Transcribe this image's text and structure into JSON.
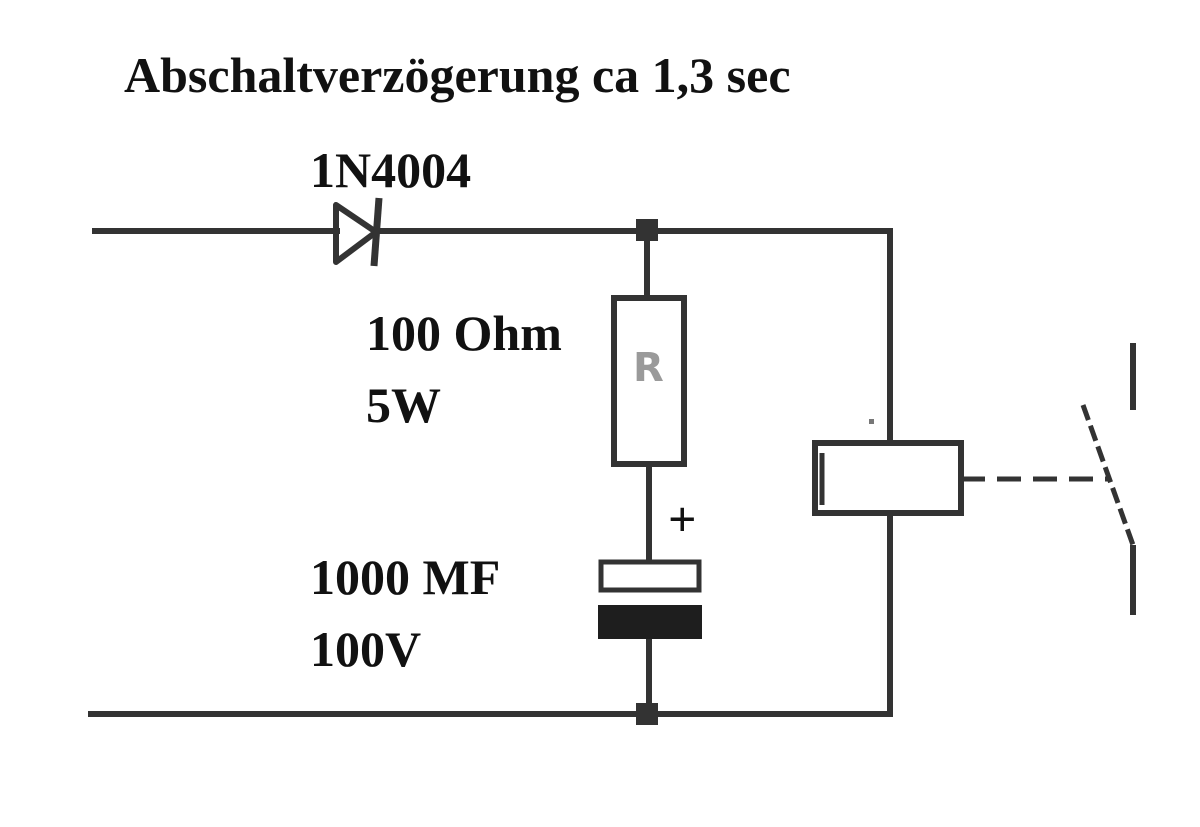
{
  "title": "Abschaltverzögerung ca 1,3 sec",
  "diode": {
    "label": "1N4004"
  },
  "resistor": {
    "value_label": "100 Ohm",
    "power_label": "5W",
    "symbol_letter": "R"
  },
  "capacitor": {
    "value_label": "1000 MF",
    "voltage_label": "100V",
    "polarity_label": "+"
  },
  "colors": {
    "wire": "#333333",
    "background": "#ffffff",
    "resistor_letter": "#9a9a9a"
  },
  "icons": [
    "diode-icon",
    "resistor-icon",
    "capacitor-icon",
    "relay-coil-icon",
    "relay-switch-icon",
    "junction-dot-icon"
  ]
}
